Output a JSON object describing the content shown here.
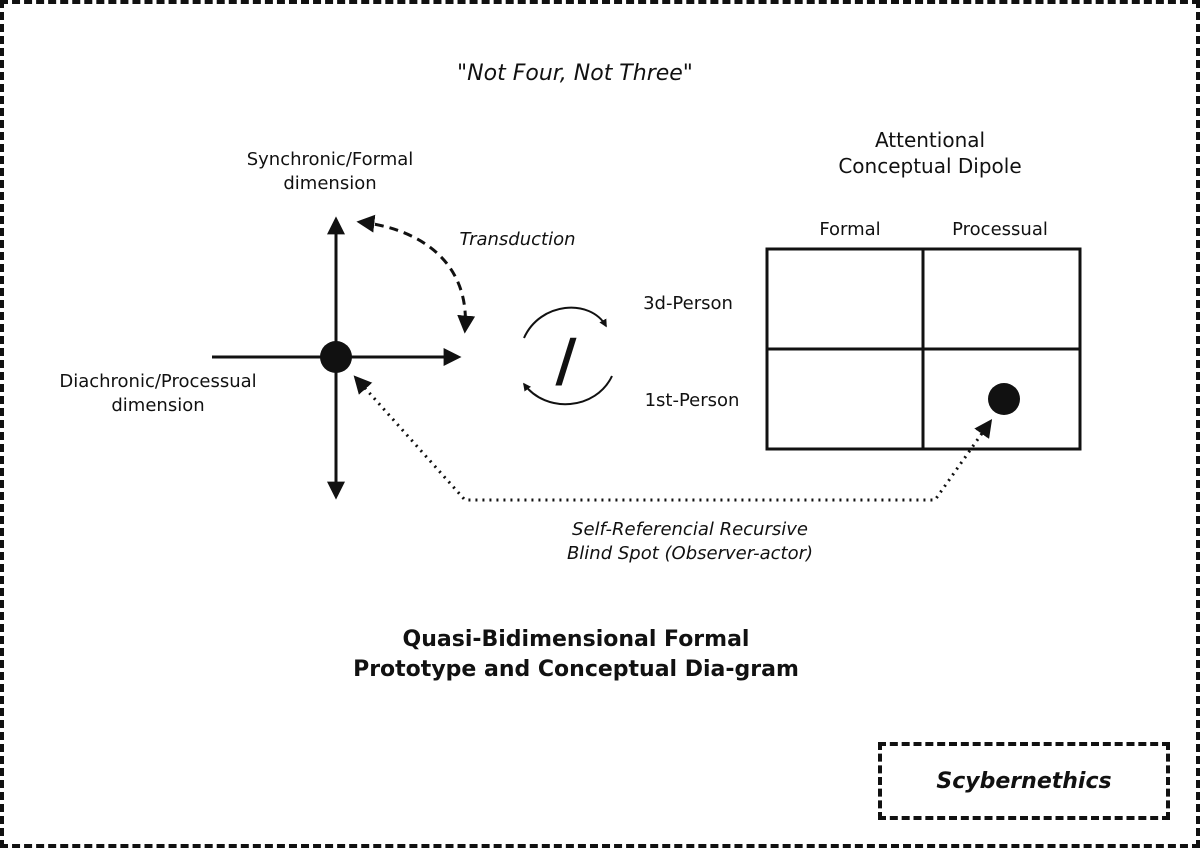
{
  "title": "\"Not Four, Not Three\"",
  "axes": {
    "vertical_label_line1": "Synchronic/Formal",
    "vertical_label_line2": "dimension",
    "horizontal_label_line1": "Diachronic/Processual",
    "horizontal_label_line2": "dimension"
  },
  "transduction_label": "Transduction",
  "slash_symbol": "/",
  "dipole": {
    "title_line1": "Attentional",
    "title_line2": "Conceptual Dipole",
    "columns": [
      "Formal",
      "Processual"
    ],
    "rows": [
      "3d-Person",
      "1st-Person"
    ]
  },
  "blind_spot": {
    "line1": "Self-Referencial Recursive",
    "line2": "Blind Spot (Observer-actor)"
  },
  "caption": {
    "line1": "Quasi-Bidimensional Formal",
    "line2": "Prototype and Conceptual Dia-gram"
  },
  "brand": "Scybernethics"
}
